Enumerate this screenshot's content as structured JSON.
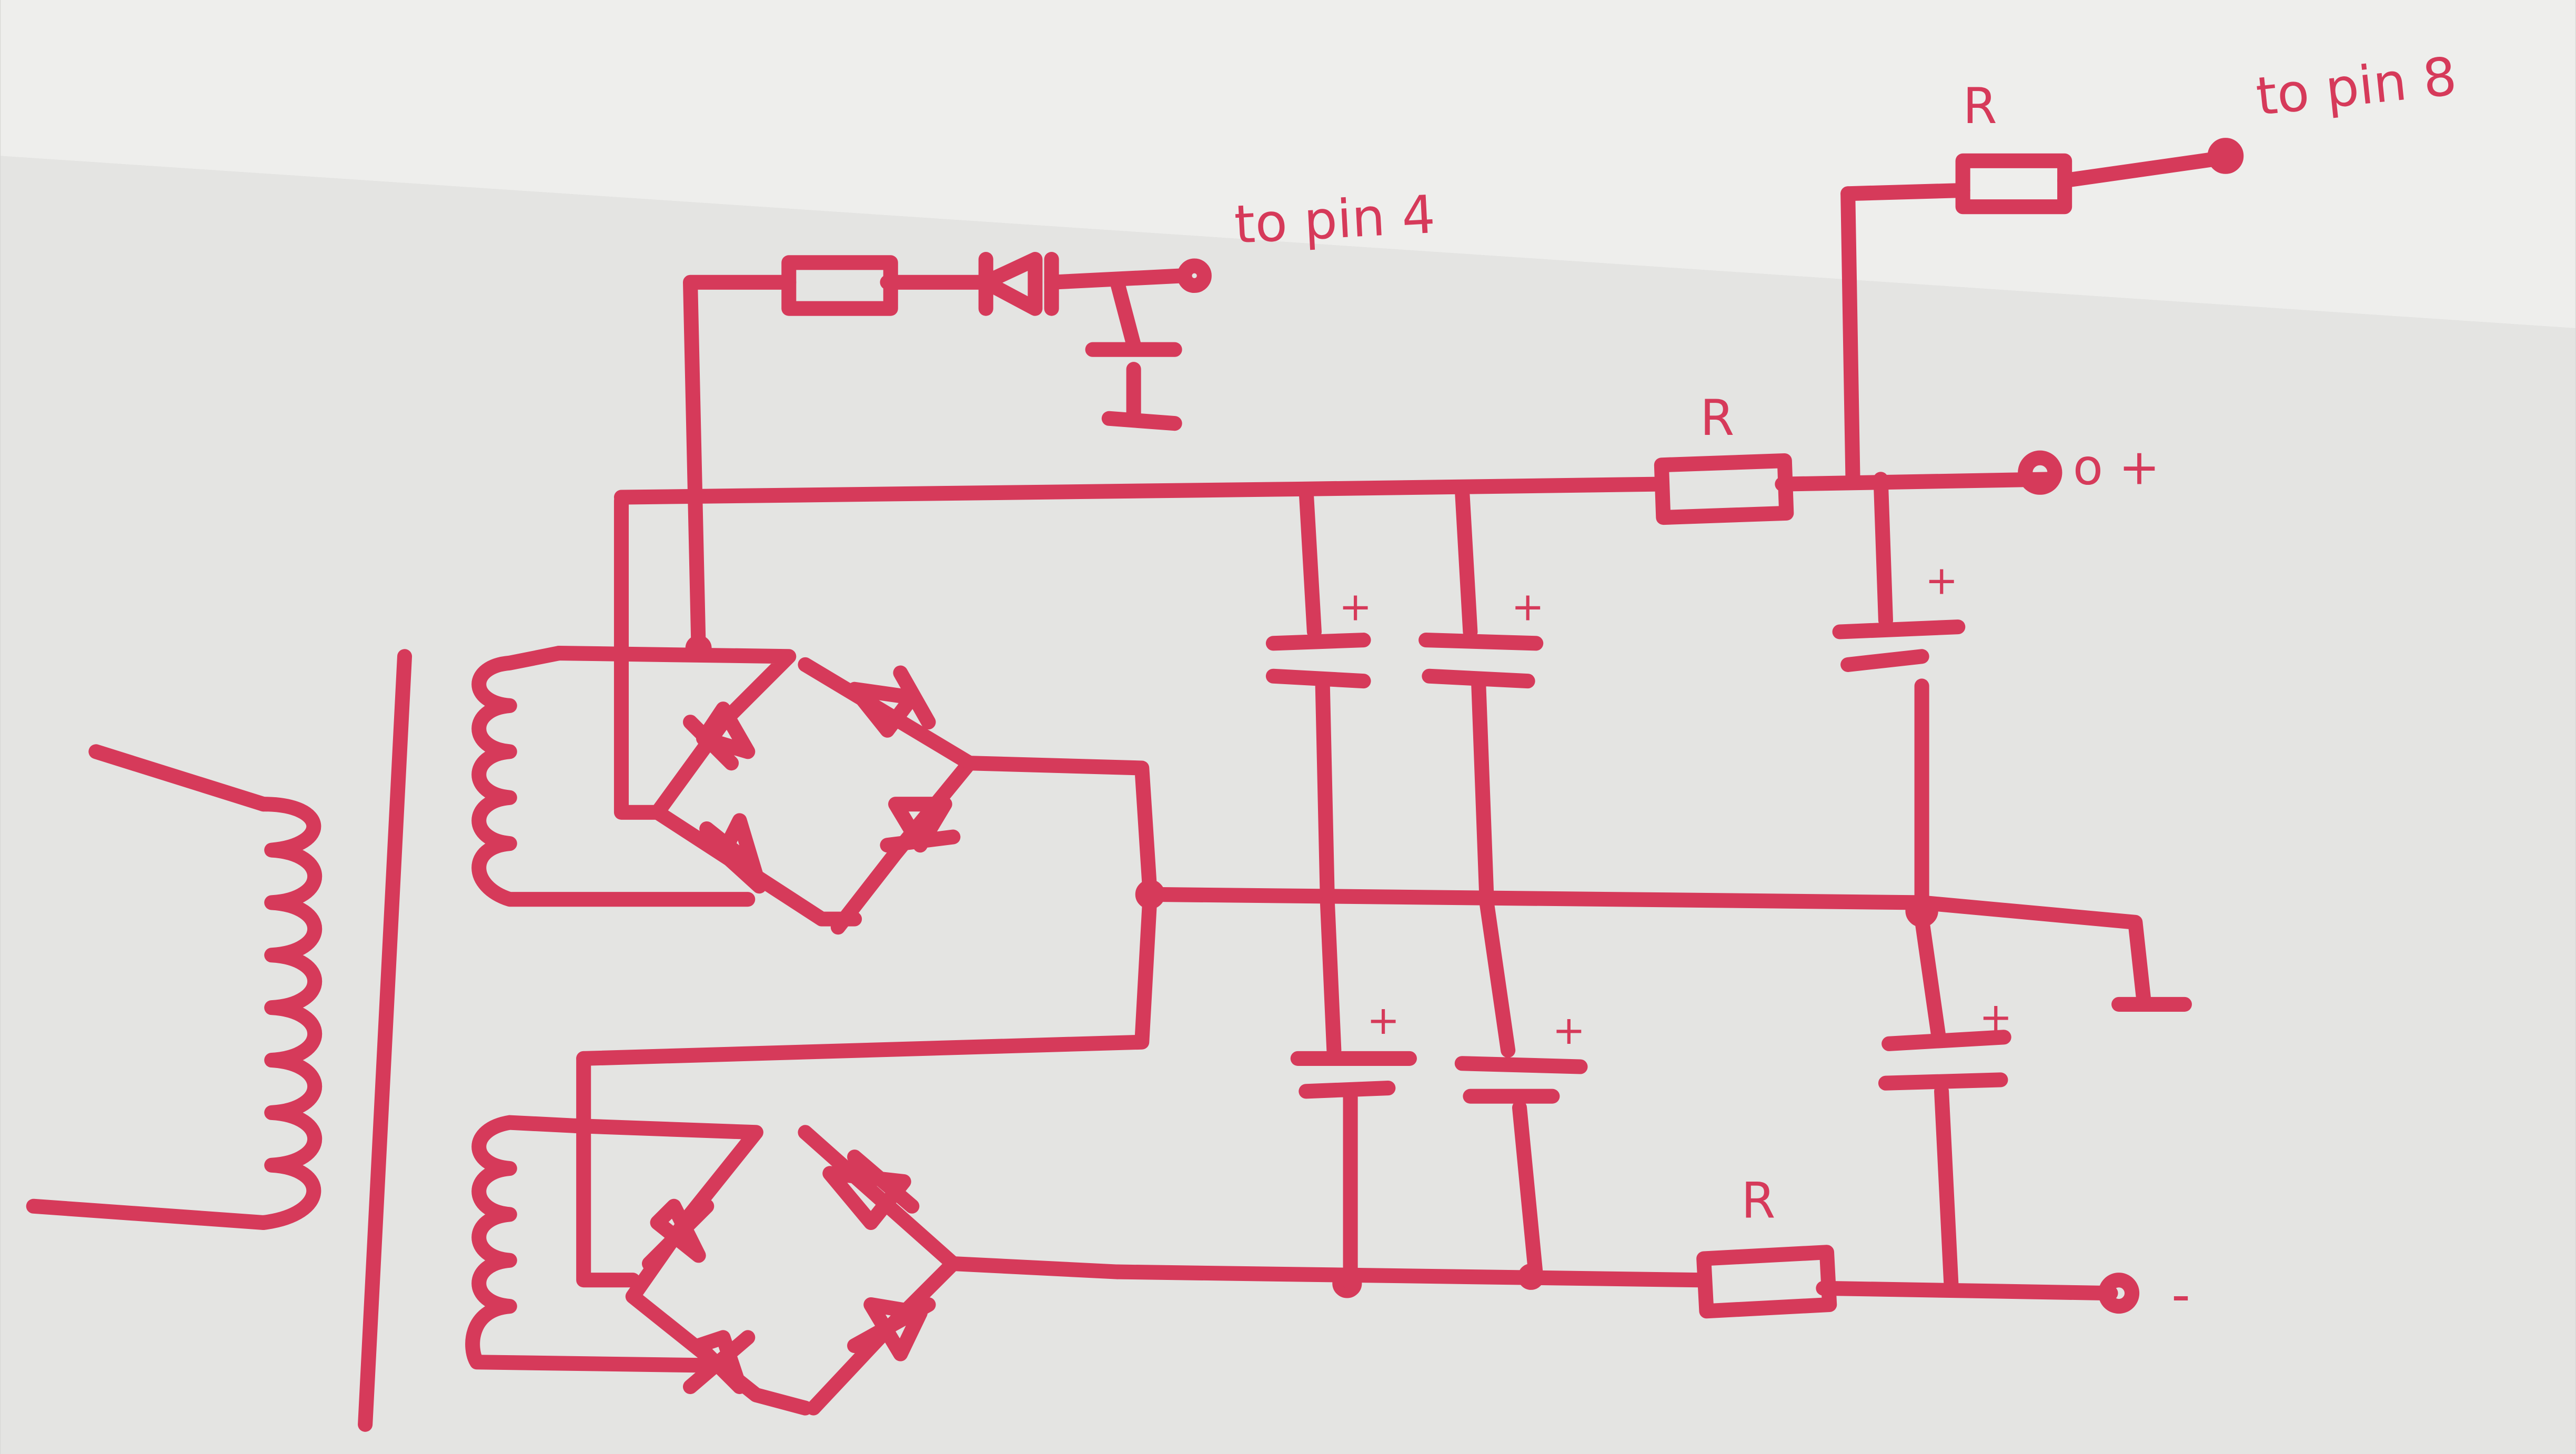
{
  "diagram": {
    "ink_color": "#d63a5a",
    "labels": {
      "pin4": "to pin 4",
      "pin8": "to pin 8",
      "r_top": "R",
      "r_mid": "R",
      "r_bottom": "R",
      "plus_out": "o +",
      "minus_out": "-",
      "cap_plus": "+"
    }
  }
}
